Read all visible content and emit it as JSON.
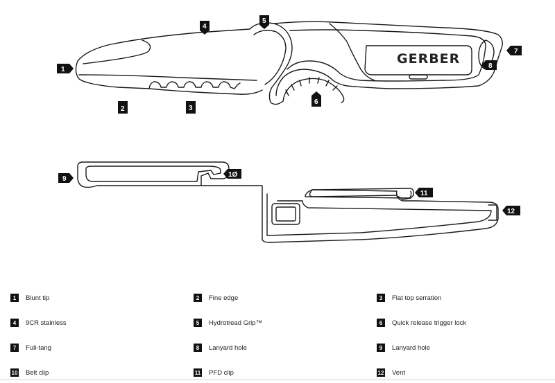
{
  "diagram": {
    "brand": "GERBER",
    "callouts": [
      "1",
      "2",
      "3",
      "4",
      "5",
      "6",
      "7",
      "8",
      "9",
      "1Ø",
      "11",
      "12"
    ]
  },
  "legend": [
    {
      "num": "1",
      "label": "Blunt tip"
    },
    {
      "num": "2",
      "label": "Fine edge"
    },
    {
      "num": "3",
      "label": "Flat top serration"
    },
    {
      "num": "4",
      "label": "9CR stainless"
    },
    {
      "num": "5",
      "label": " Hydrotread Grip™"
    },
    {
      "num": "6",
      "label": "Quick release trigger lock"
    },
    {
      "num": "7",
      "label": "Full-tang"
    },
    {
      "num": "8",
      "label": "Lanyard hole"
    },
    {
      "num": "9",
      "label": "Lanyard hole"
    },
    {
      "num": "10",
      "label": "Belt clip"
    },
    {
      "num": "11",
      "label": "PFD clip"
    },
    {
      "num": "12",
      "label": "Vent"
    }
  ],
  "colors": {
    "line": "#1a1a1a",
    "badge": "#111111",
    "badge_text": "#ffffff"
  }
}
